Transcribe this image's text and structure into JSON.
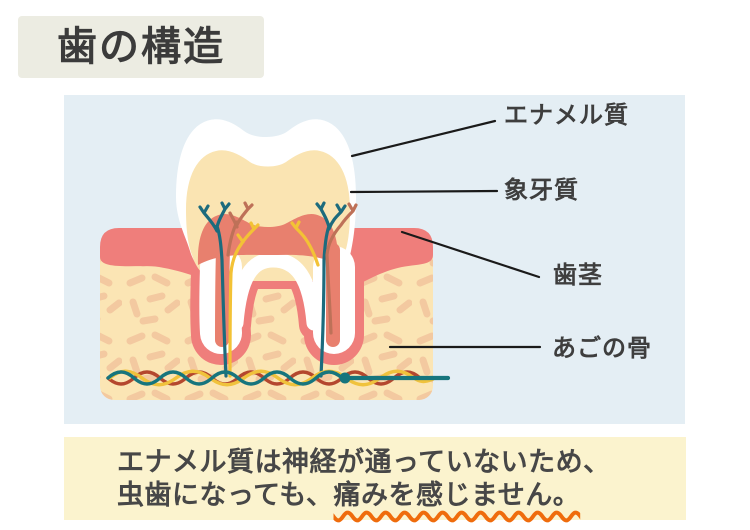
{
  "title": {
    "text": "歯の構造"
  },
  "diagram": {
    "illustration": "tooth-cross-section",
    "labels": [
      {
        "id": "enamel",
        "text": "エナメル質"
      },
      {
        "id": "dentin",
        "text": "象牙質"
      },
      {
        "id": "gum",
        "text": "歯茎"
      },
      {
        "id": "jawbone",
        "text": "あごの骨"
      }
    ]
  },
  "note": {
    "line1": "エナメル質は神経が通っていないため、",
    "line2_normal": "虫歯になっても、",
    "line2_underlined": "痛みを感じません。"
  },
  "colors": {
    "title_bg": "#ECECE2",
    "panel_bg": "#E4EEF4",
    "note_bg": "#FBF3CE",
    "text_dark": "#3E3E3E",
    "enamel_white": "#FFFFFF",
    "dentin_wheat": "#FAE4B2",
    "pulp_salmon": "#E8806E",
    "gum_pink": "#EF7E7B",
    "bone_cream": "#FBE5B4",
    "bone_dash": "#F3C9A0",
    "nerve_teal": "#1C6B7D",
    "nerve_red": "#BE7158",
    "nerve_yellow": "#F3C235",
    "vessel_teal": "#17757D",
    "vessel_red": "#B4472E",
    "vessel_yellow": "#F0C23C",
    "underline_orange": "#EF6C0C",
    "leader_line": "#1A1A1A"
  }
}
